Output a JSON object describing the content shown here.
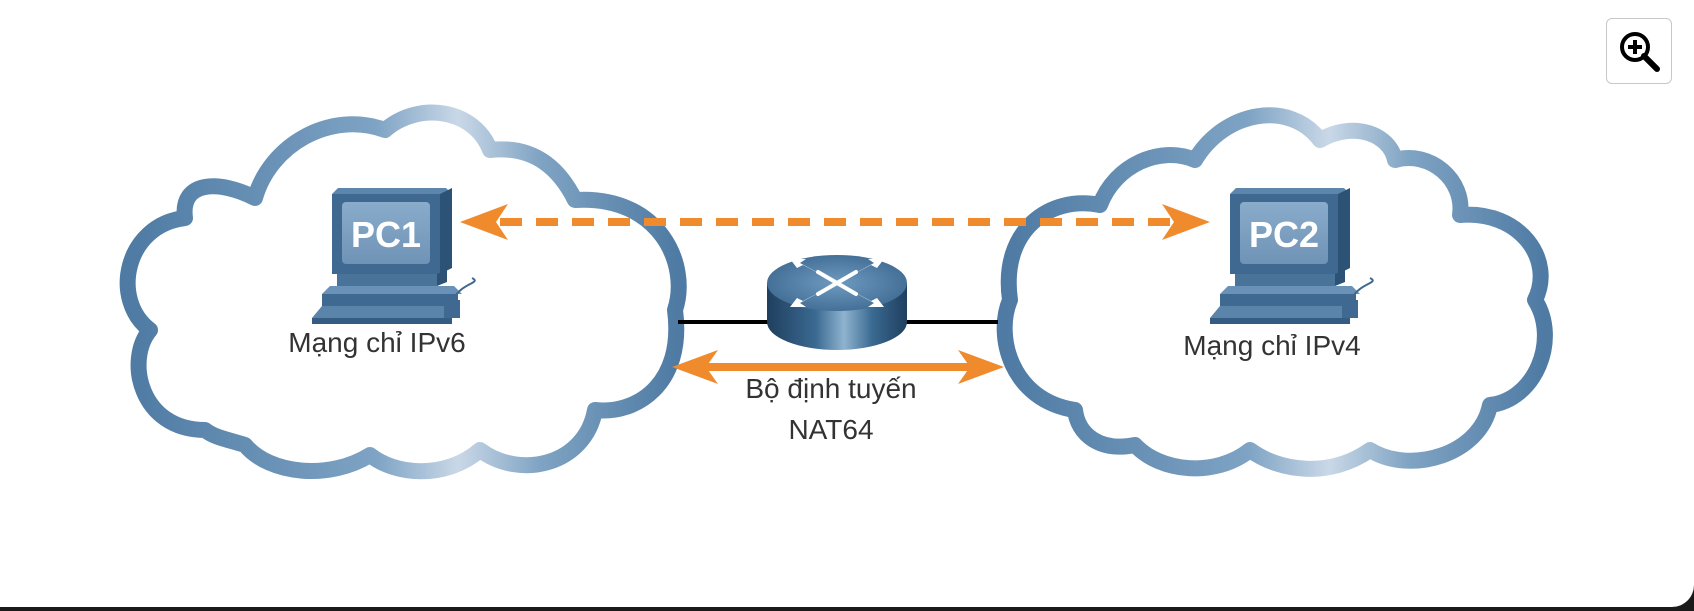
{
  "diagram": {
    "pc_left": "PC1",
    "pc_right": "PC2",
    "network_left": "Mạng chỉ IPv6",
    "network_right": "Mạng chỉ IPv4",
    "router_line1": "Bộ định tuyến",
    "router_line2": "NAT64"
  },
  "colors": {
    "cloud_outline": "#5b86ad",
    "cloud_highlight": "#c7d7e6",
    "arrow_orange": "#ef8a2d",
    "device_blue": "#416a91",
    "link_black": "#000000"
  },
  "icons": {
    "zoom": "zoom-in-icon",
    "router": "router-icon",
    "computer": "computer-icon",
    "cloud": "cloud-icon"
  }
}
